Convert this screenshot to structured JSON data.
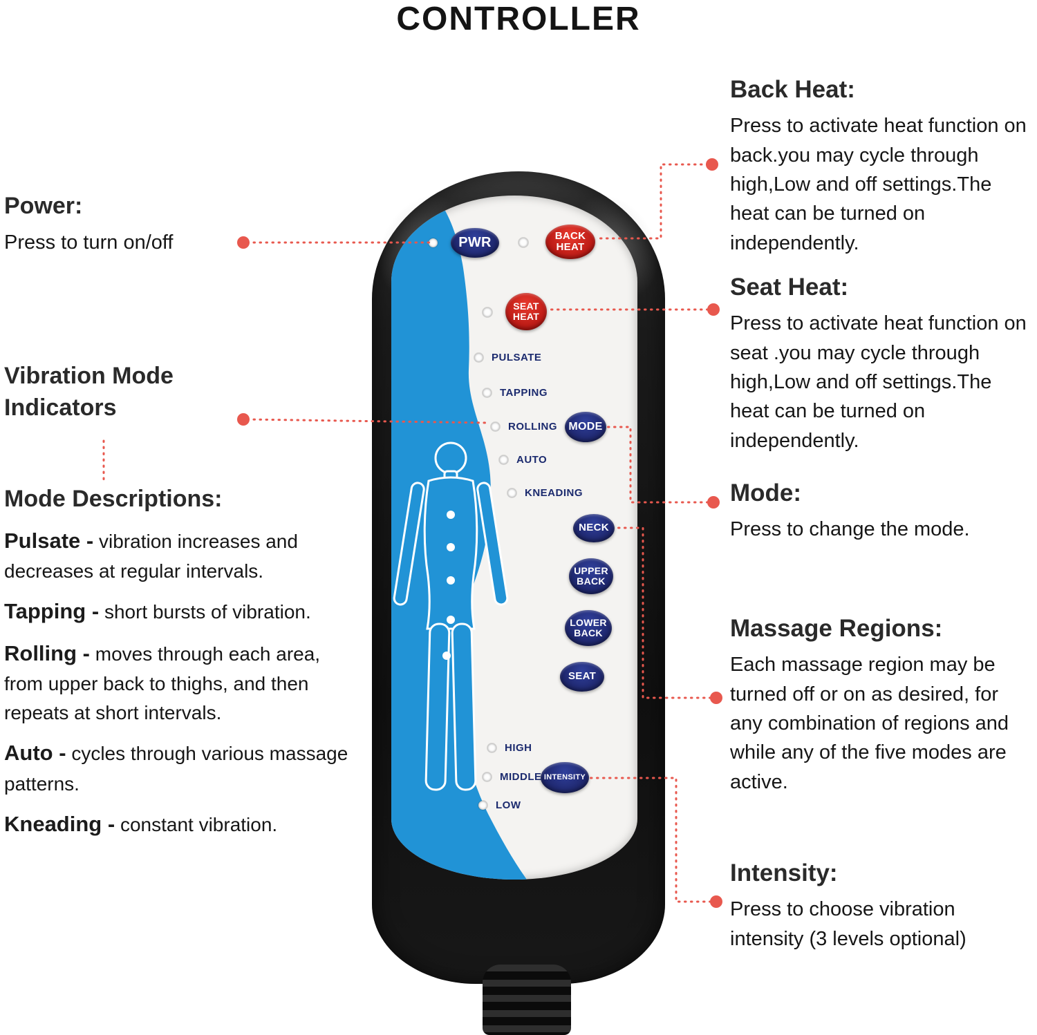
{
  "title": "CONTROLLER",
  "colors": {
    "accent_red": "#e8584e",
    "button_navy": "#1b2264",
    "button_red": "#c8161c",
    "panel_blue": "#2193d6"
  },
  "left": {
    "power": {
      "heading": "Power:",
      "body": "Press to turn on/off"
    },
    "vibration": {
      "heading": "Vibration Mode Indicators"
    },
    "modes": {
      "heading": "Mode Descriptions:",
      "items": [
        {
          "term": "Pulsate -",
          "desc": "vibration increases and decreases at regular intervals."
        },
        {
          "term": "Tapping -",
          "desc": "short bursts of vibration."
        },
        {
          "term": "Rolling -",
          "desc": "moves through each area, from upper back to thighs, and then repeats at short intervals."
        },
        {
          "term": "Auto -",
          "desc": "cycles through various massage patterns."
        },
        {
          "term": "Kneading -",
          "desc": "constant vibration."
        }
      ]
    }
  },
  "right": {
    "back_heat": {
      "heading": "Back Heat:",
      "body": "Press to activate heat function on back.you may cycle through high,Low and off settings.The heat can be turned on independently."
    },
    "seat_heat": {
      "heading": "Seat Heat:",
      "body": "Press to activate heat function on seat .you may cycle through high,Low and off settings.The heat can be turned on independently."
    },
    "mode": {
      "heading": "Mode:",
      "body": "Press to change the mode."
    },
    "regions": {
      "heading": "Massage Regions:",
      "body": "Each massage region may be turned off or on as desired, for any combination of regions and while any of the five modes are active."
    },
    "intensity": {
      "heading": "Intensity:",
      "body": "Press to choose vibration intensity (3 levels optional)"
    }
  },
  "device": {
    "buttons": {
      "pwr": "PWR",
      "back_heat": "BACK HEAT",
      "seat_heat": "SEAT HEAT",
      "mode": "MODE",
      "neck": "NECK",
      "upper_back": "UPPER BACK",
      "lower_back": "LOWER BACK",
      "seat": "SEAT",
      "intensity": "INTENSITY"
    },
    "mode_indicators": [
      "PULSATE",
      "TAPPING",
      "ROLLING",
      "AUTO",
      "KNEADING"
    ],
    "intensity_indicators": [
      "HIGH",
      "MIDDLE",
      "LOW"
    ]
  }
}
